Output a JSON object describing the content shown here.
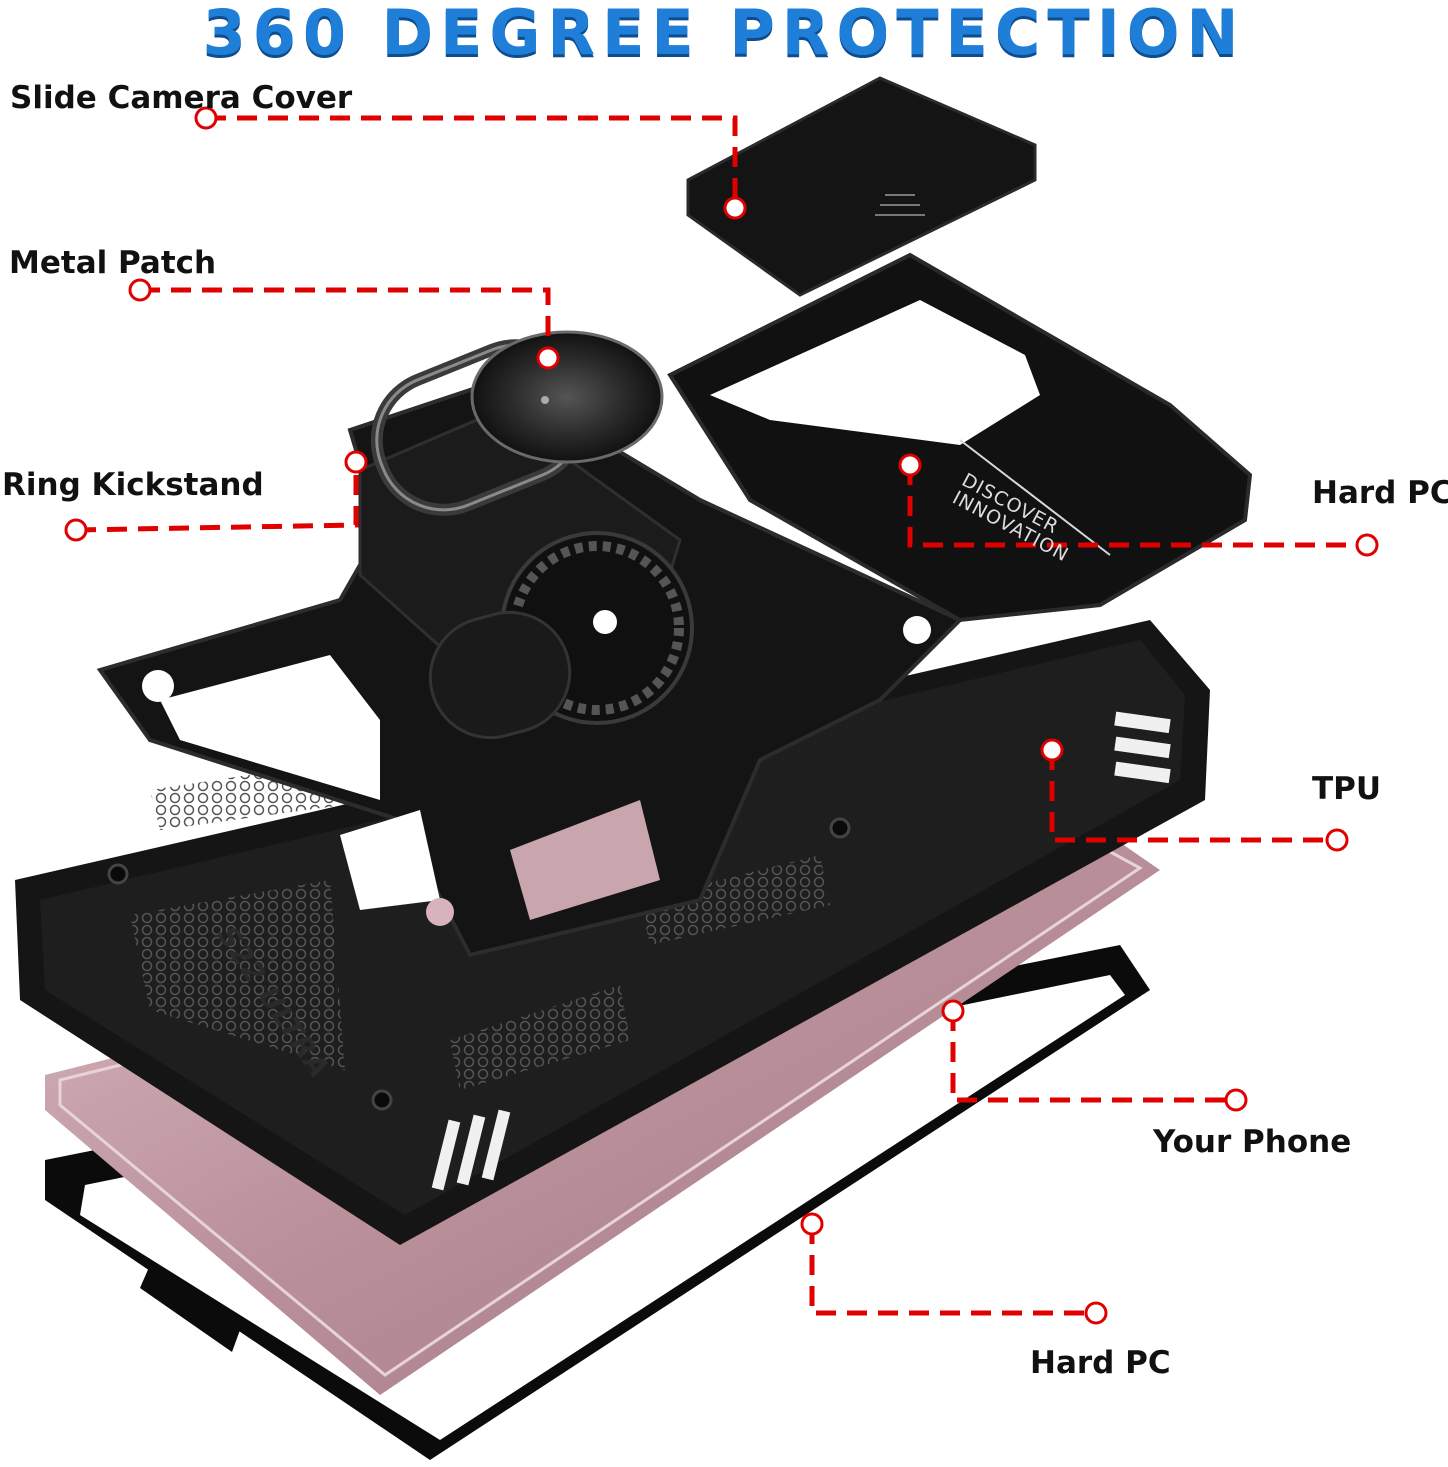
{
  "title": "360 DEGREE PROTECTION",
  "callouts": {
    "slide_camera_cover": "Slide Camera Cover",
    "metal_patch": "Metal Patch",
    "ring_kickstand": "Ring Kickstand",
    "hard_pc_top": "Hard PC",
    "tpu": "TPU",
    "your_phone": "Your Phone",
    "hard_pc_bottom": "Hard PC"
  },
  "case_print": {
    "brand_line1": "DISCOVER",
    "brand_line2": "INNOVATION",
    "model": "S22 ULTRA"
  },
  "colors": {
    "title": "#1f7fd8",
    "callout_line": "#e00000",
    "case": "#151515",
    "phone": "#c9a3ac"
  }
}
